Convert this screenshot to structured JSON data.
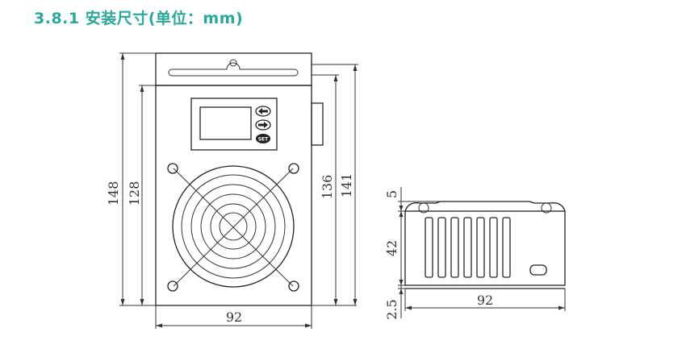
{
  "header": {
    "title": "3.8.1 安装尺寸(单位：mm)",
    "accent_color": "#2aa89a"
  },
  "front_view": {
    "dim_total_height": "148",
    "dim_body_height": "128",
    "dim_right_inner": "136",
    "dim_right_outer": "141",
    "dim_width": "92",
    "buttons": {
      "left_icon": "left-arrow-icon",
      "right_icon": "right-arrow-icon",
      "set_label": "SET"
    }
  },
  "side_view": {
    "dim_top": "5",
    "dim_height": "42",
    "dim_bottom": "2.5",
    "dim_width": "92"
  }
}
